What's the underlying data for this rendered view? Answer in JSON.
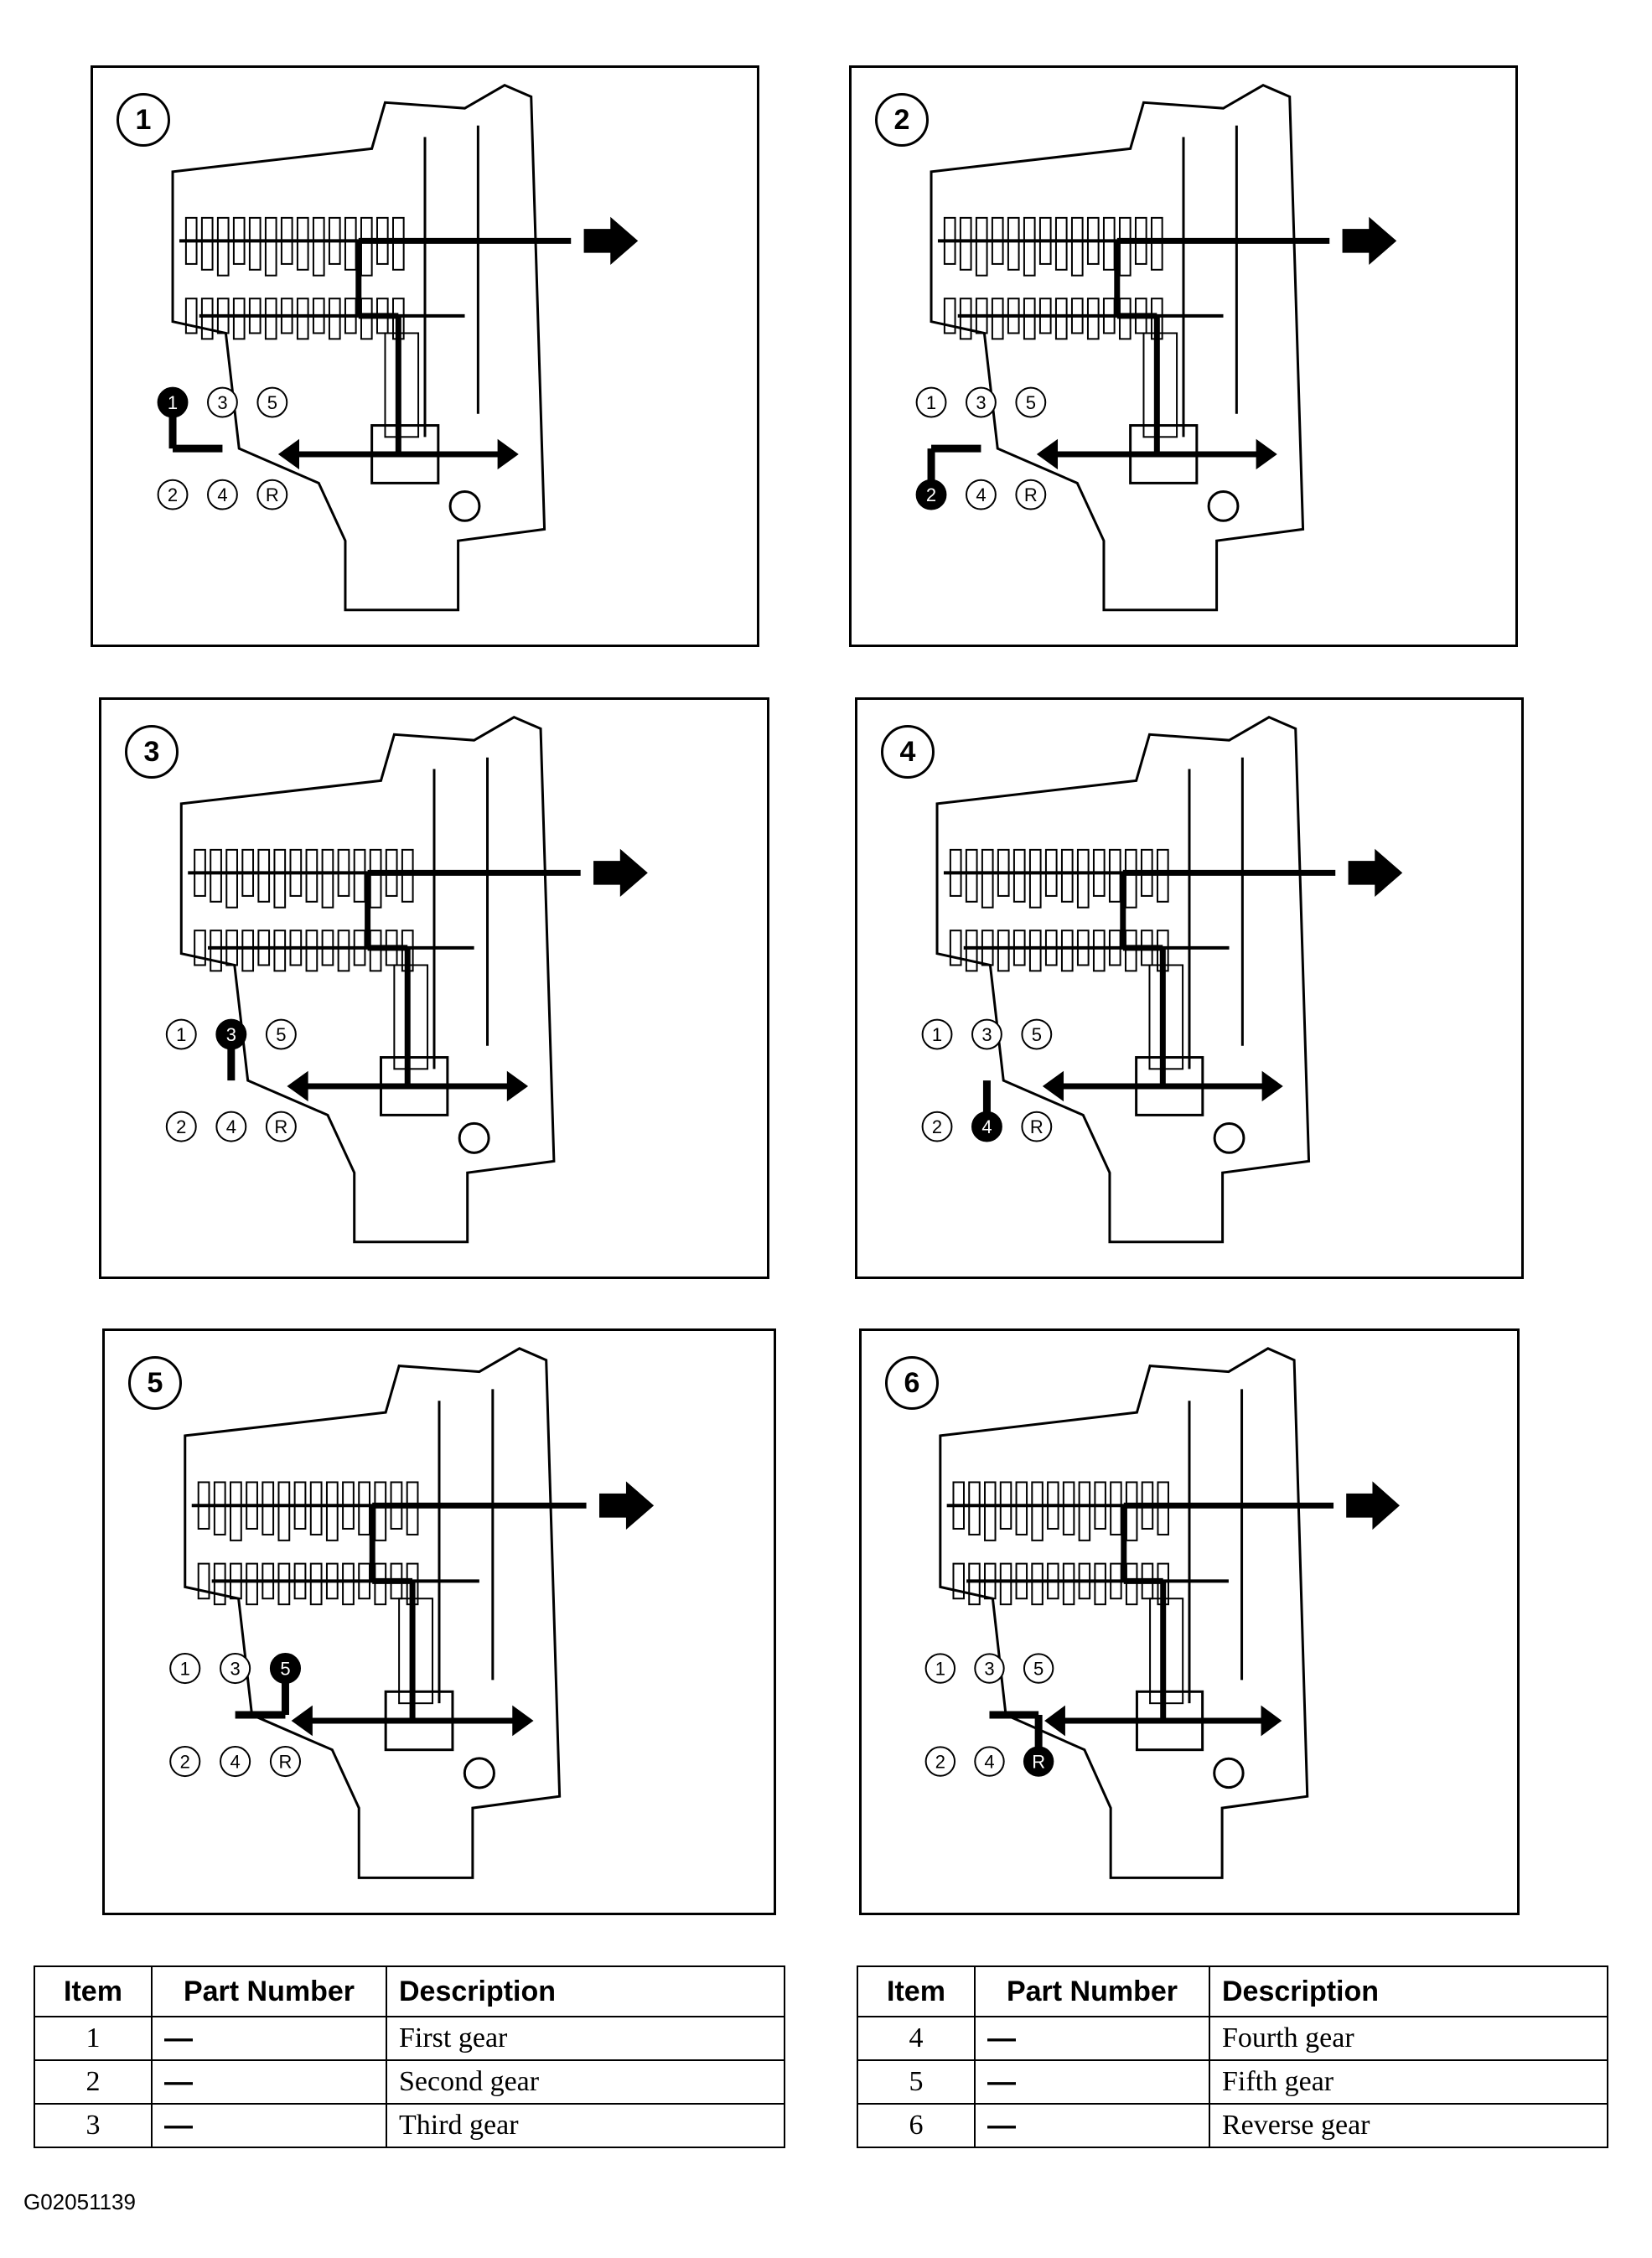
{
  "panels": [
    {
      "label": "1",
      "shift_labels": [
        "1",
        "3",
        "5",
        "2",
        "4",
        "R"
      ],
      "selected_gear": "1"
    },
    {
      "label": "2",
      "shift_labels": [
        "1",
        "3",
        "5",
        "2",
        "4",
        "R"
      ],
      "selected_gear": "2"
    },
    {
      "label": "3",
      "shift_labels": [
        "1",
        "3",
        "5",
        "2",
        "4",
        "R"
      ],
      "selected_gear": "3"
    },
    {
      "label": "4",
      "shift_labels": [
        "1",
        "3",
        "5",
        "2",
        "4",
        "R"
      ],
      "selected_gear": "4"
    },
    {
      "label": "5",
      "shift_labels": [
        "1",
        "3",
        "5",
        "2",
        "4",
        "R"
      ],
      "selected_gear": "5"
    },
    {
      "label": "6",
      "shift_labels": [
        "1",
        "3",
        "5",
        "2",
        "4",
        "R"
      ],
      "selected_gear": "R"
    }
  ],
  "tables": [
    {
      "headers": [
        "Item",
        "Part Number",
        "Description"
      ],
      "rows": [
        [
          "1",
          "—",
          "First gear"
        ],
        [
          "2",
          "—",
          "Second gear"
        ],
        [
          "3",
          "—",
          "Third gear"
        ]
      ]
    },
    {
      "headers": [
        "Item",
        "Part Number",
        "Description"
      ],
      "rows": [
        [
          "4",
          "—",
          "Fourth gear"
        ],
        [
          "5",
          "—",
          "Fifth gear"
        ],
        [
          "6",
          "—",
          "Reverse gear"
        ]
      ]
    }
  ],
  "figure_code": "G02051139"
}
